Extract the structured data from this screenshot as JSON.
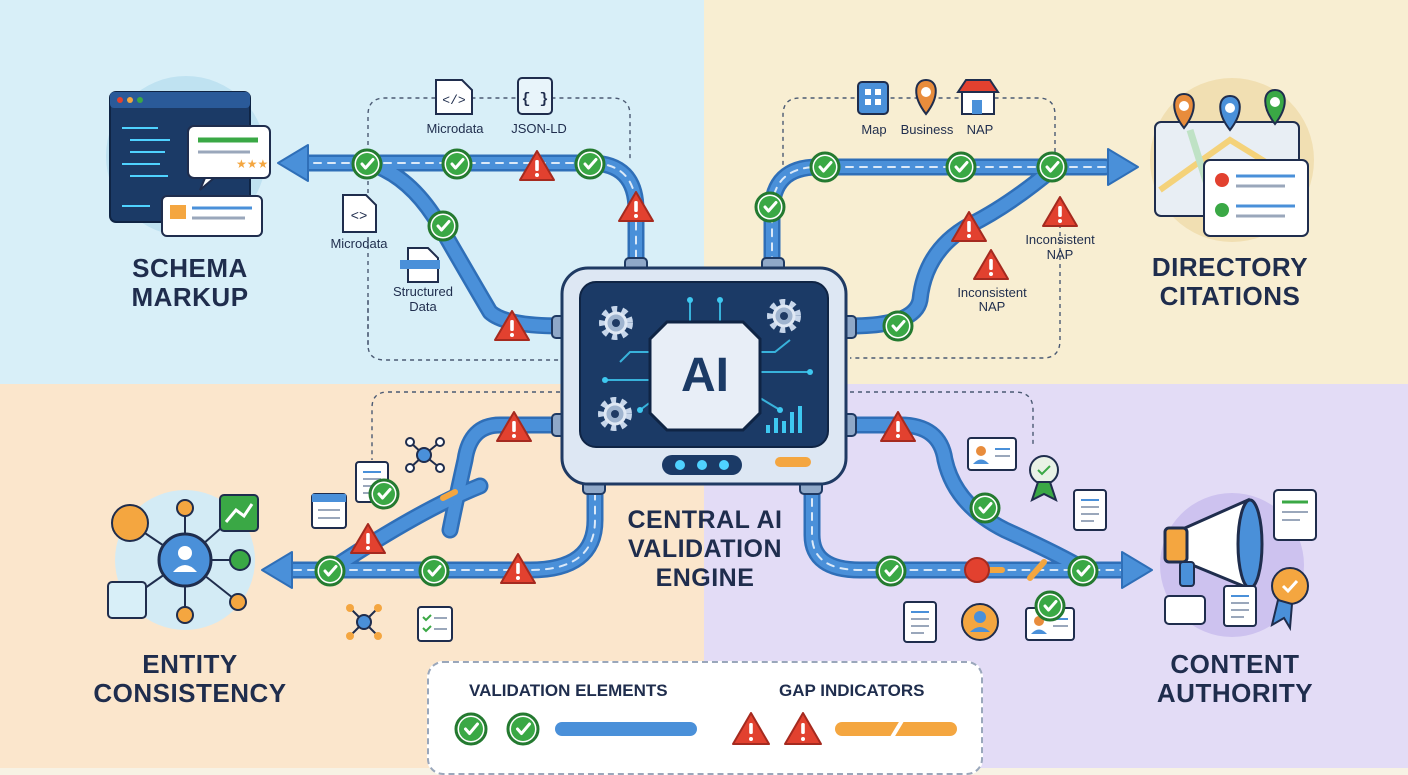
{
  "title": "CENTRAL AI VALIDATION ENGINE",
  "engine": {
    "badge": "AI",
    "title_lines": [
      "CENTRAL AI",
      "VALIDATION",
      "ENGINE"
    ]
  },
  "quadrants": {
    "schema": {
      "title_lines": [
        "SCHEMA",
        "MARKUP"
      ],
      "labels": [
        "Microdata",
        "JSON-LD",
        "Microdata",
        "Structured",
        "Data"
      ]
    },
    "directory": {
      "title_lines": [
        "DIRECTORY",
        "CITATIONS"
      ],
      "labels": [
        "Map",
        "Business",
        "NAP",
        "Inconsistent",
        "NAP",
        "Inconsistent",
        "NAP"
      ]
    },
    "entity": {
      "title_lines": [
        "ENTITY",
        "CONSISTENCY"
      ]
    },
    "content": {
      "title_lines": [
        "CONTENT",
        "AUTHORITY"
      ]
    }
  },
  "legend": {
    "validation": "VALIDATION ELEMENTS",
    "gap": "GAP INDICATORS"
  },
  "colors": {
    "schema_bg": "#d8eff8",
    "directory_bg": "#f8eed2",
    "entity_bg": "#fbe6cc",
    "content_bg": "#e3dcf6",
    "path": "#4a90d9",
    "path_dark": "#2f6fb8",
    "check": "#3aa845",
    "warning": "#e2412f",
    "gap": "#f4a640"
  }
}
